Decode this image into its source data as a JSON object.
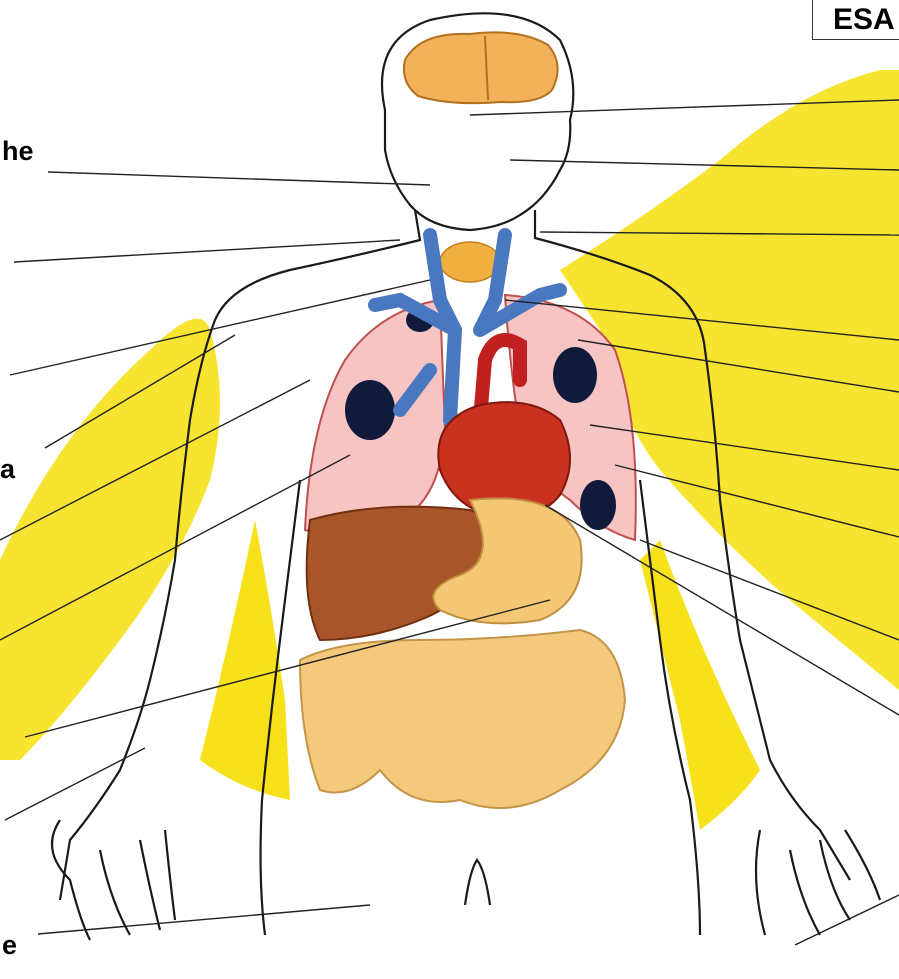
{
  "title_box": {
    "text": "ESA"
  },
  "labels": {
    "left_he": "he",
    "left_a": "a",
    "left_bottom_e": "e"
  },
  "colors": {
    "yellow_background": "#f6e11a",
    "outline": "#1a1a1a",
    "leader_line": "#222222",
    "brain": "#f3b15a",
    "lung": "#f7c4c4",
    "lung_spots": "#121a3c",
    "heart": "#c8321e",
    "vessels_blue": "#4a78c0",
    "vessels_red": "#c02020",
    "liver": "#a8552a",
    "stomach_intestine": "#f4c774",
    "thyroid": "#f0b040"
  }
}
